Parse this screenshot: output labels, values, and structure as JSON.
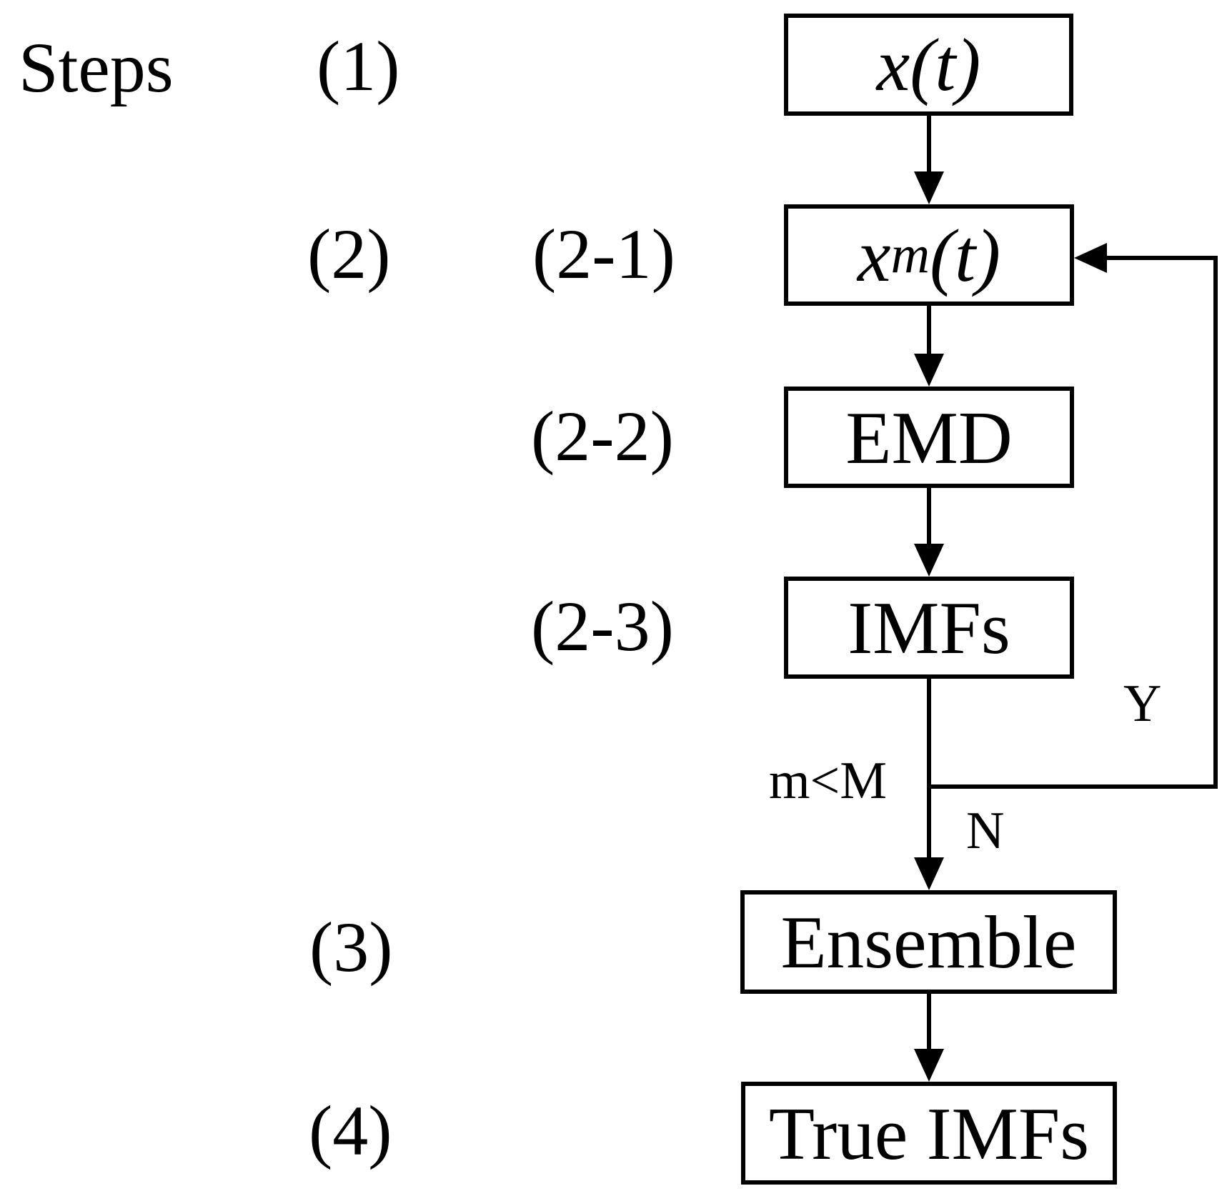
{
  "title": "Steps",
  "step_labels": {
    "s1": {
      "text": "(1)"
    },
    "s2": {
      "text": "(2)"
    },
    "s21": {
      "text": "(2-1)"
    },
    "s22": {
      "text": "(2-2)"
    },
    "s23": {
      "text": "(2-3)"
    },
    "s3": {
      "text": "(3)"
    },
    "s4": {
      "text": "(4)"
    }
  },
  "nodes": {
    "input": {
      "label": "x(t)"
    },
    "perturbed": {
      "base": "x",
      "sub": "m",
      "rest": "(t)"
    },
    "emd": {
      "label": "EMD"
    },
    "imfs": {
      "label": "IMFs"
    },
    "ensemble": {
      "label": "Ensemble"
    },
    "true_imfs": {
      "label": "True IMFs"
    }
  },
  "branch": {
    "condition": "m<M",
    "yes": "Y",
    "no": "N"
  },
  "colors": {
    "line": "#000000",
    "background": "#ffffff"
  }
}
